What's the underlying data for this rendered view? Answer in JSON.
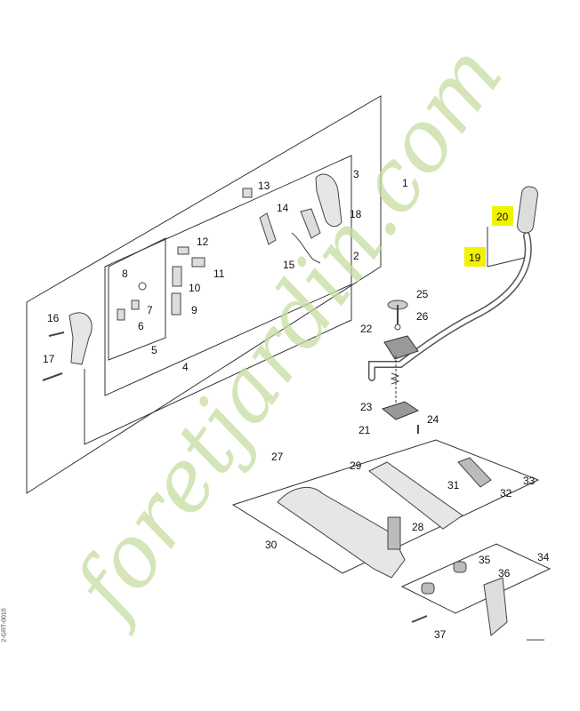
{
  "diagram": {
    "callouts": {
      "c1": "1",
      "c2": "2",
      "c3": "3",
      "c4": "4",
      "c5": "5",
      "c6": "6",
      "c7": "7",
      "c8": "8",
      "c9": "9",
      "c10": "10",
      "c11": "11",
      "c12": "12",
      "c13": "13",
      "c14": "14",
      "c15": "15",
      "c16": "16",
      "c17": "17",
      "c18": "18",
      "c19": "19",
      "c20": "20",
      "c21": "21",
      "c22": "22",
      "c23": "23",
      "c24": "24",
      "c25": "25",
      "c26": "26",
      "c27": "27",
      "c28": "28",
      "c29": "29",
      "c30": "30",
      "c31": "31",
      "c32": "32",
      "c33": "33",
      "c34": "34",
      "c35": "35",
      "c36": "36",
      "c37": "37"
    },
    "highlight_color": "#f2f200",
    "line_color": "#333333",
    "side_code": "2-GRT-0010"
  },
  "watermark": {
    "text": "foretjardin.com",
    "colors": {
      "green": "#c5dca0",
      "orange": "#f4c99a",
      "beige": "#d9cfc0"
    }
  }
}
